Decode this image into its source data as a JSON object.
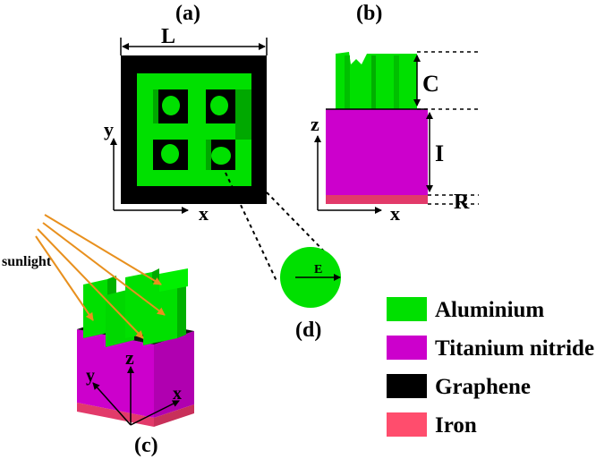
{
  "panels": {
    "a": {
      "tag": "(a)",
      "dim_label": "L",
      "axis_y": "y",
      "axis_x": "x"
    },
    "b": {
      "tag": "(b)",
      "dim_c": "C",
      "dim_i": "I",
      "dim_r": "R",
      "axis_z": "z",
      "axis_x": "x"
    },
    "c": {
      "tag": "(c)",
      "sunlight": "sunlight",
      "axis_z": "z",
      "axis_y": "y",
      "axis_x": "x"
    },
    "d": {
      "tag": "(d)",
      "field": "E"
    }
  },
  "legend": [
    {
      "label": "Aluminium",
      "color": "#00e000"
    },
    {
      "label": "Titanium nitride",
      "color": "#cc00cc"
    },
    {
      "label": "Graphene",
      "color": "#000000"
    },
    {
      "label": "Iron",
      "color": "#ff4d6d"
    }
  ],
  "colors": {
    "aluminium": "#00e000",
    "titanium_nitride": "#cc00cc",
    "graphene": "#000000",
    "iron": "#ff4d6d",
    "sunlight_ray": "#e8901e"
  }
}
